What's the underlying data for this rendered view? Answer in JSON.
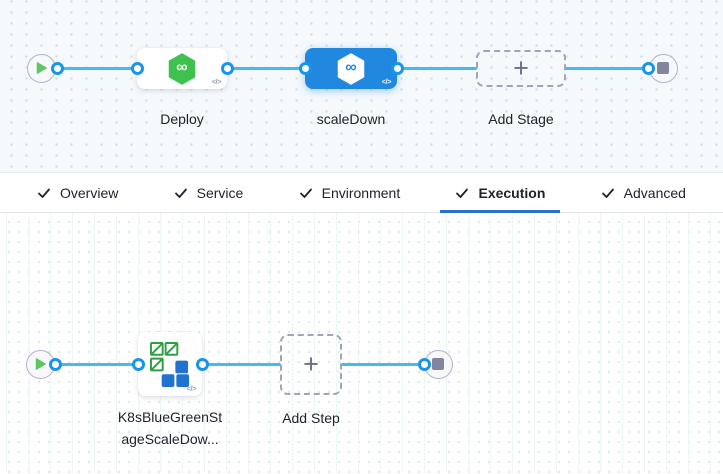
{
  "pipeline": {
    "stages": [
      {
        "name": "Deploy",
        "selected": false
      },
      {
        "name": "scaleDown",
        "selected": true
      }
    ],
    "add_stage_label": "Add Stage"
  },
  "tabs": {
    "items": [
      {
        "label": "Overview",
        "checked": true,
        "active": false
      },
      {
        "label": "Service",
        "checked": true,
        "active": false
      },
      {
        "label": "Environment",
        "checked": true,
        "active": false
      },
      {
        "label": "Execution",
        "checked": true,
        "active": true
      },
      {
        "label": "Advanced",
        "checked": true,
        "active": false
      }
    ]
  },
  "execution": {
    "step": {
      "label_line1": "K8sBlueGreenSt",
      "label_line2": "ageScaleDow..."
    },
    "add_step_label": "Add Step"
  },
  "icons": {
    "plus": "+",
    "code": "</>",
    "infinity": "∞"
  },
  "colors": {
    "edge_blue": "#44bbf0",
    "connector_blue": "#1795ec",
    "selected_stage_blue": "#2188e0",
    "tab_underline_blue": "#2b70ca",
    "cd_hexagon_green": "#3fc14e",
    "play_green": "#5cc763",
    "stop_gray": "#83859c",
    "k8s_icon_green": "#2f9e44",
    "k8s_icon_blue": "#2273cf"
  }
}
